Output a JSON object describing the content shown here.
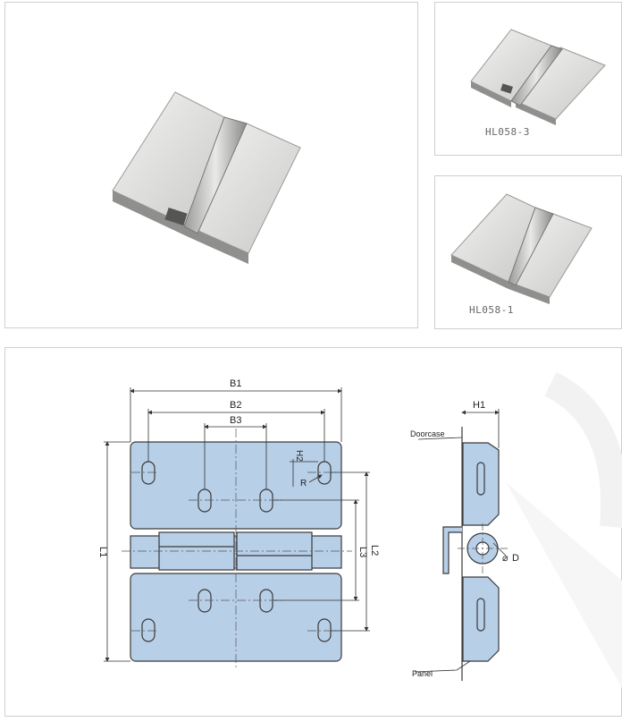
{
  "products": {
    "main": {
      "icon": "hinge-photo-icon"
    },
    "variant_1": {
      "code": "HL058-3",
      "icon": "hinge-photo-icon"
    },
    "variant_2": {
      "code": "HL058-1",
      "icon": "hinge-photo-icon"
    }
  },
  "drawing": {
    "front": {
      "dimensions": [
        "B1",
        "B2",
        "B3",
        "H2",
        "R",
        "L1",
        "L2",
        "L3"
      ]
    },
    "side": {
      "dimensions": [
        "H1",
        "D"
      ],
      "labels": {
        "doorcase": "Doorcase",
        "panel": "Panel"
      }
    }
  },
  "colors": {
    "metal_light": "#e6e6e4",
    "metal_mid": "#bdbdbb",
    "metal_dark": "#6e6e6e",
    "drawing_fill": "#b8cfe8",
    "drawing_line": "#3a3a3a"
  }
}
